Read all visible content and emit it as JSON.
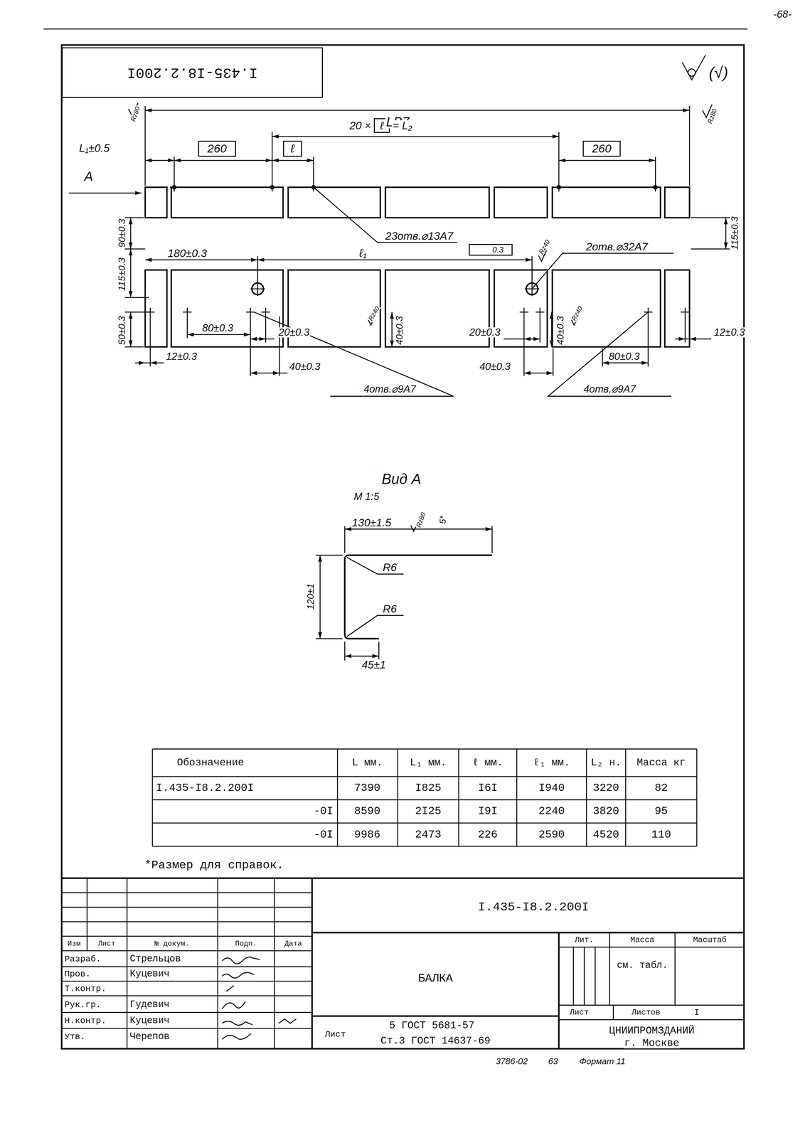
{
  "diagram": {
    "nodes": [
      {
        "text": [
          "I.435-I8.2.200I"
        ]
      },
      {
        "text": [
          "260"
        ]
      },
      {
        "text": [
          "ℓ"
        ]
      },
      {
        "text": [
          "260"
        ]
      },
      {
        "text": [
          "ℓ"
        ]
      },
      {
        "text": [
          "0.3"
        ]
      }
    ],
    "labels": [
      "-68-",
      "(√)",
      "LB7",
      "Rz80",
      "Rz80",
      "20 ×",
      "= L₂",
      "L₁±0.5",
      "A",
      "23отв.⌀13А7",
      "90±0.3",
      "115±0.3",
      "180±0.3",
      "ℓ₁",
      "Rz40",
      "2отв.⌀32А7",
      "115±0.3",
      "50±0.3",
      "80±0.3",
      "20±0.3",
      "Rz40",
      "40±0.3",
      "20±0.3",
      "40±0.3",
      "Rz40",
      "12±0.3",
      "12±0.3",
      "40±0.3",
      "40±0.3",
      "80±0.3",
      "4отв.⌀9А7",
      "4отв.⌀9А7",
      "Вид А",
      "М 1:5",
      "130±1.5",
      "Rz80",
      "5*",
      "R6",
      "R6",
      "120±1",
      "45±1",
      "Обозначение",
      "L мм.",
      "L₁ мм.",
      "ℓ мм.",
      "ℓ₁ мм.",
      "L₂ н.",
      "Масса кг",
      "I.435-I8.2.200I",
      "7390",
      "I825",
      "I6I",
      "I940",
      "3220",
      "82",
      "-0I",
      "8590",
      "2I25",
      "I9I",
      "2240",
      "3820",
      "95",
      "-0I",
      "9986",
      "2473",
      "226",
      "2590",
      "4520",
      "110",
      "*Размер для справок.",
      "I.435-I8.2.200I",
      "Изм",
      "Лист",
      "№ докум.",
      "Подп.",
      "Дата",
      "Разраб.",
      "Стрельцов",
      "Пров.",
      "Куцевич",
      "Т.контр.",
      "Рук.гр.",
      "Гудевич",
      "Н.контр.",
      "Куцевич",
      "Утв.",
      "Черепов",
      "БАЛКА",
      "Лист",
      "5 ГОСТ 5681-57",
      "Ст.3 ГОСТ 14637-69",
      "Лит.",
      "Масса",
      "Масштаб",
      "см. табл.",
      "Лист",
      "Листов",
      "I",
      "ЦНИИПРОМЗДАНИЙ",
      "г. Москве",
      "3786-02",
      "63",
      "Формат 11"
    ]
  }
}
